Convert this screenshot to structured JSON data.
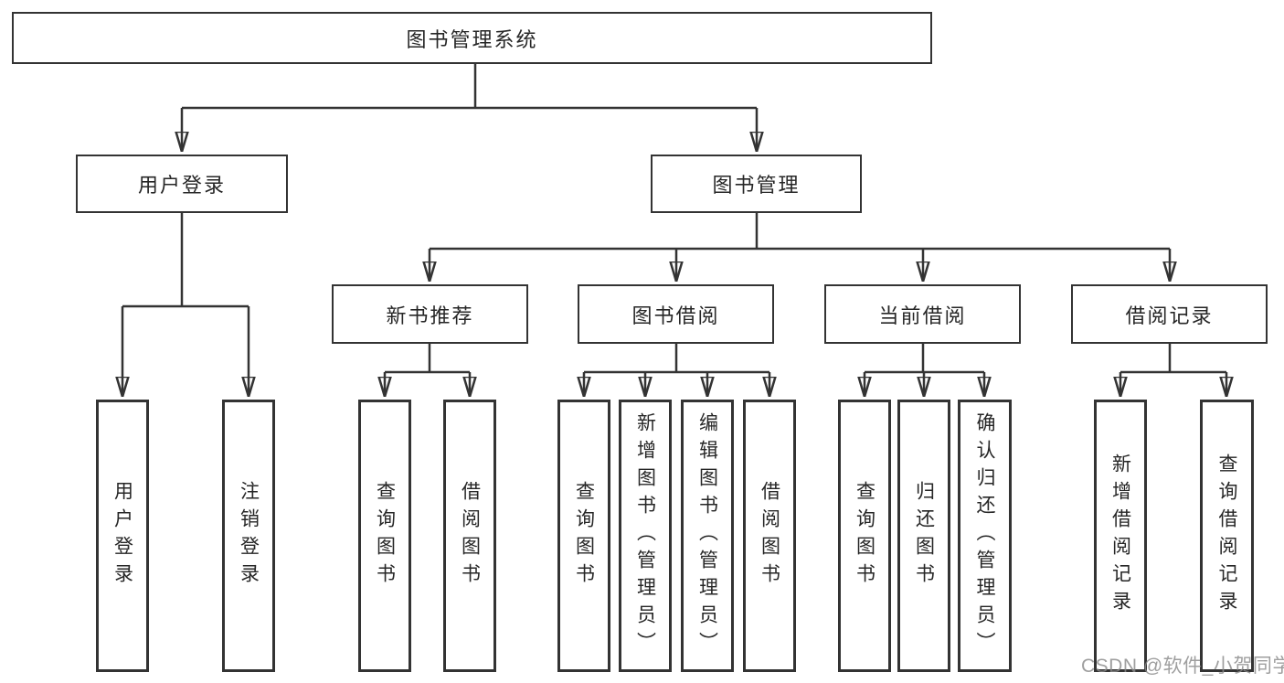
{
  "diagram_title": "图书管理系统",
  "colors": {
    "line": "#333333",
    "box_border": "#333333",
    "text": "#262626",
    "background": "#ffffff",
    "watermark": "#8a8a8a"
  },
  "nodes": {
    "root": {
      "label": "图书管理系统"
    },
    "user_login": {
      "label": "用户登录"
    },
    "book_mgmt": {
      "label": "图书管理"
    },
    "new_book_rec": {
      "label": "新书推荐"
    },
    "book_borrow": {
      "label": "图书借阅"
    },
    "current_borrow": {
      "label": "当前借阅"
    },
    "borrow_records": {
      "label": "借阅记录"
    },
    "leaf_user_login": {
      "label": "用户登录"
    },
    "leaf_logout": {
      "label": "注销登录"
    },
    "leaf_query_book_rec": {
      "label": "查询图书"
    },
    "leaf_borrow_book_rec": {
      "label": "借阅图书"
    },
    "leaf_query_book_borrow": {
      "label": "查询图书"
    },
    "leaf_add_book": {
      "label": "新增图书（管理员）"
    },
    "leaf_edit_book": {
      "label": "编辑图书（管理员）"
    },
    "leaf_borrow_book": {
      "label": "借阅图书"
    },
    "leaf_query_book_current": {
      "label": "查询图书"
    },
    "leaf_return_book": {
      "label": "归还图书"
    },
    "leaf_confirm_return": {
      "label": "确认归还（管理员）"
    },
    "leaf_add_borrow_record": {
      "label": "新增借阅记录"
    },
    "leaf_query_borrow_record": {
      "label": "查询借阅记录"
    }
  },
  "hierarchy": {
    "图书管理系统": {
      "用户登录": [
        "用户登录",
        "注销登录"
      ],
      "图书管理": {
        "新书推荐": [
          "查询图书",
          "借阅图书"
        ],
        "图书借阅": [
          "查询图书",
          "新增图书（管理员）",
          "编辑图书（管理员）",
          "借阅图书"
        ],
        "当前借阅": [
          "查询图书",
          "归还图书",
          "确认归还（管理员）"
        ],
        "借阅记录": [
          "新增借阅记录",
          "查询借阅记录"
        ]
      }
    }
  },
  "watermark": {
    "text": "CSDN @软件_小贺同学"
  }
}
